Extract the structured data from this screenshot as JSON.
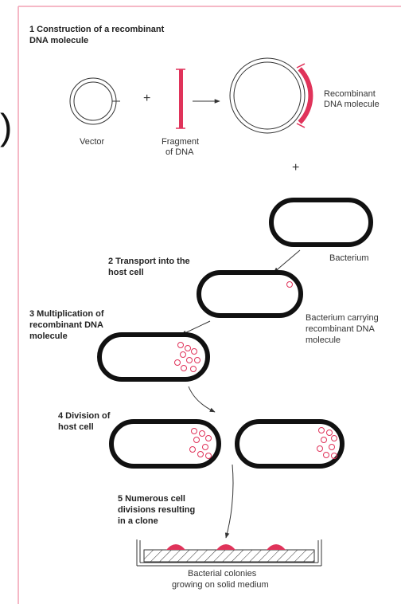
{
  "left_mark": ")",
  "steps": {
    "s1": [
      "1 Construction of a recombinant",
      "DNA molecule"
    ],
    "s2": [
      "2 Transport into the",
      "host cell"
    ],
    "s3": [
      "3 Multiplication of",
      "recombinant DNA",
      "molecule"
    ],
    "s4": [
      "4 Division of",
      "host cell"
    ],
    "s5": [
      "5 Numerous cell",
      "divisions resulting",
      "in a clone"
    ]
  },
  "labels": {
    "plus1": "+",
    "plus2": "+",
    "vector": "Vector",
    "fragment": [
      "Fragment",
      "of DNA"
    ],
    "recombinant": [
      "Recombinant",
      "DNA molecule"
    ],
    "bacterium": "Bacterium",
    "carrying": [
      "Bacterium carrying",
      "recombinant DNA",
      "molecule"
    ],
    "colonies": [
      "Bacterial colonies",
      "growing on solid medium"
    ]
  },
  "colors": {
    "accent": "#e0335a",
    "frame": "#f2a0b4",
    "outline": "#111111",
    "text": "#333333"
  }
}
